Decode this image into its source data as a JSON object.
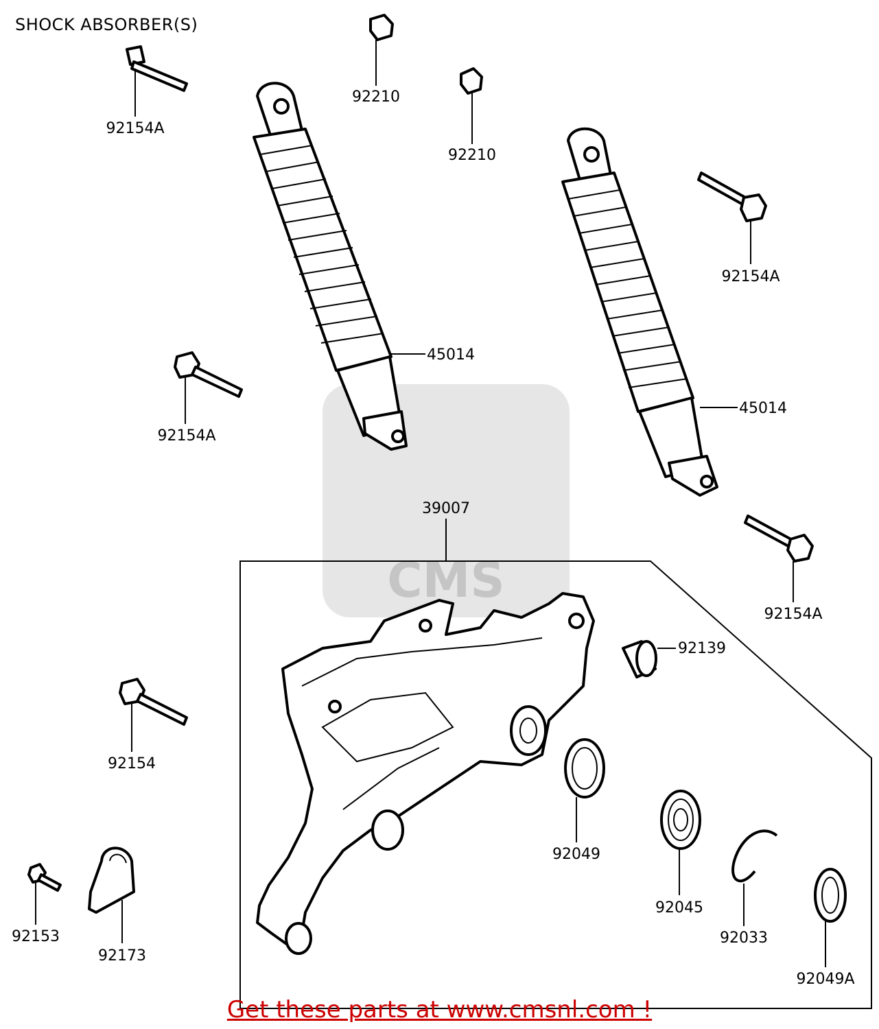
{
  "title": "SHOCK ABSORBER(S)",
  "footer": {
    "text": "Get these parts at www.cmsnl.com !",
    "color": "#cc0000"
  },
  "labels": {
    "bolt_top_left": "92154A",
    "nut_top": "92210",
    "nut_second": "92210",
    "bolt_right_upper": "92154A",
    "shock_left": "45014",
    "shock_right": "45014",
    "bolt_left_mid": "92154A",
    "bracket": "39007",
    "bolt_right_lower": "92154A",
    "collar": "92139",
    "bolt_left_lower": "92154",
    "seal": "92049",
    "bearing": "92045",
    "circlip": "92033",
    "seal_small": "92049A",
    "small_bolt": "92153",
    "clamp": "92173"
  },
  "watermark": "CMS"
}
